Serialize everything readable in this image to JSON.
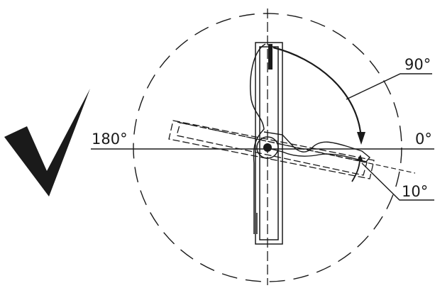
{
  "labels": {
    "angle_90": "90°",
    "angle_180": "180°",
    "angle_0": "0°",
    "angle_10": "10°"
  },
  "colors": {
    "ink": "#1a1a1a",
    "background": "#ffffff"
  },
  "icons": {
    "approval": "checkmark-icon"
  }
}
